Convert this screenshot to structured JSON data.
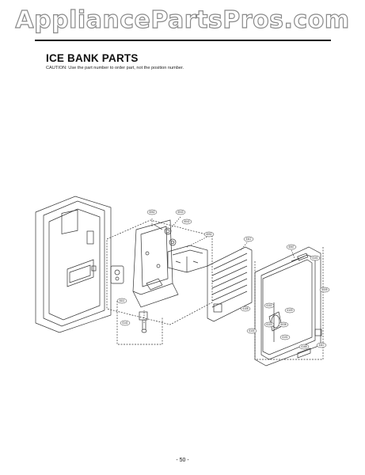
{
  "header": {
    "watermark": "AppliancePartsPros.com",
    "title": "ICE BANK PARTS",
    "caution": "CAUTION: Use the part number to order part, not the position number."
  },
  "diagram": {
    "callouts": [
      "6062",
      "6043",
      "6042",
      "6052",
      "6112",
      "6067",
      "6101",
      "6005",
      "6108",
      "6102",
      "6109",
      "6038",
      "6103",
      "6104",
      "6101",
      "6110",
      "6168",
      "6141",
      "6111"
    ]
  },
  "footer": {
    "page_number": "- 50 -"
  }
}
